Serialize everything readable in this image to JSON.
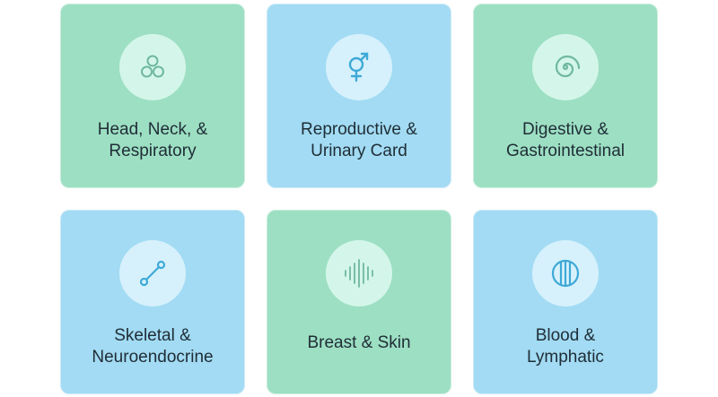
{
  "colors": {
    "green_card": "#9ddfc3",
    "blue_card": "#a2dbf3",
    "green_icon_bg": "#d4f6ea",
    "blue_icon_bg": "#d6f1fc",
    "green_icon_stroke": "#6fb8a0",
    "blue_icon_stroke": "#3ea9d6",
    "text": "#1f2d36"
  },
  "cards": [
    {
      "icon": "three-circles-icon",
      "lines": [
        "Head, Neck, &",
        "Respiratory"
      ]
    },
    {
      "icon": "gender-symbol-icon",
      "lines": [
        "Reproductive &",
        "Urinary Card"
      ]
    },
    {
      "icon": "spiral-icon",
      "lines": [
        "Digestive &",
        "Gastrointestinal"
      ]
    },
    {
      "icon": "bone-link-icon",
      "lines": [
        "Skeletal &",
        "Neuroendocrine"
      ]
    },
    {
      "icon": "sound-wave-icon",
      "lines": [
        "Breast & Skin"
      ]
    },
    {
      "icon": "striped-circle-icon",
      "lines": [
        "Blood &",
        "Lymphatic"
      ]
    }
  ]
}
